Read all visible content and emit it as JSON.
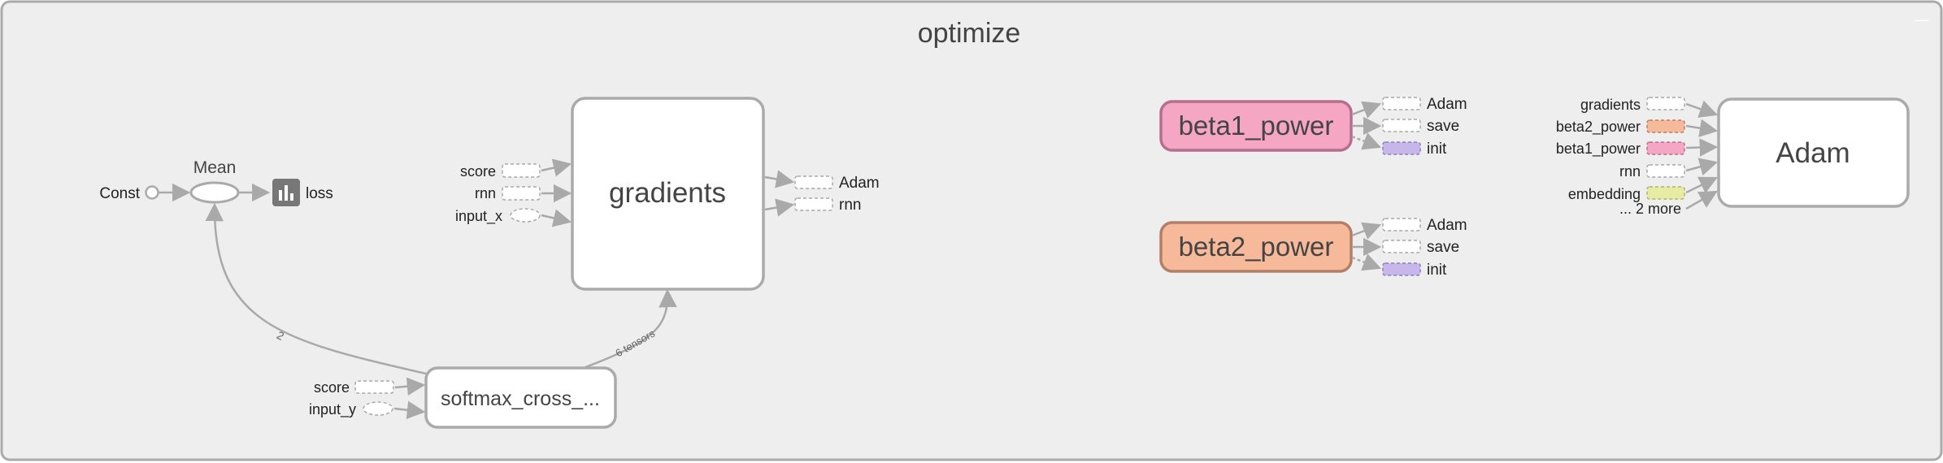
{
  "graph": {
    "title": "optimize",
    "collapse_glyph": "—",
    "colors": {
      "frame_bg": "#eeeeee",
      "frame_border": "#aaaaaa",
      "node_border": "#aaaaaa",
      "edge": "#a9a9a9",
      "beta1_fill": "#f5a6c2",
      "beta1_border": "#b56f8c",
      "beta2_fill": "#f6b99a",
      "beta2_border": "#b28068",
      "init_fill": "#c7b6ea",
      "embedding_fill": "#e8eba3"
    },
    "nodes": {
      "const": "Const",
      "mean": "Mean",
      "loss": "loss",
      "gradients": "gradients",
      "softmax": "softmax_cross_...",
      "beta1": "beta1_power",
      "beta2": "beta2_power",
      "adam": "Adam"
    },
    "gradients_inputs": [
      "score",
      "rnn",
      "input_x"
    ],
    "gradients_outputs": [
      "Adam",
      "rnn"
    ],
    "softmax_inputs": [
      "score",
      "input_y"
    ],
    "beta1_outputs": [
      "Adam",
      "save",
      "init"
    ],
    "beta2_outputs": [
      "Adam",
      "save",
      "init"
    ],
    "adam_inputs": [
      "gradients",
      "beta2_power",
      "beta1_power",
      "rnn",
      "embedding",
      "... 2 more"
    ],
    "edge_labels": {
      "softmax_to_mean": "2",
      "softmax_to_gradients": "6 tensors"
    }
  }
}
